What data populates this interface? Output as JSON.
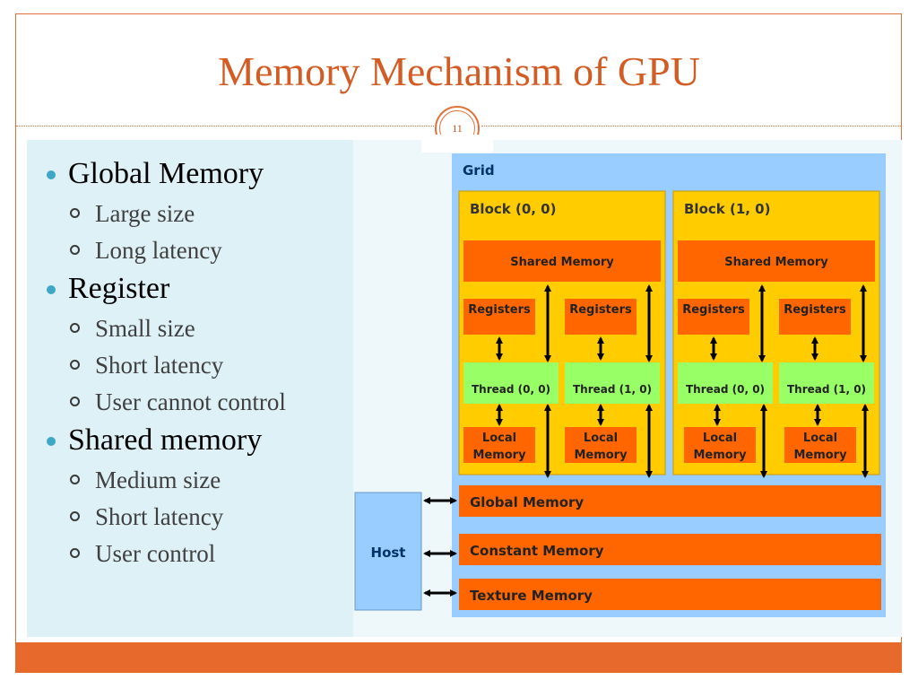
{
  "slide": {
    "title": "Memory Mechanism of GPU",
    "page_number": "11"
  },
  "bullets": [
    {
      "label": "Global Memory",
      "items": [
        "Large size",
        "Long latency"
      ]
    },
    {
      "label": "Register",
      "items": [
        "Small size",
        "Short latency",
        "User cannot control"
      ]
    },
    {
      "label": "Shared memory",
      "items": [
        "Medium size",
        "Short latency",
        "User control"
      ]
    }
  ],
  "diagram": {
    "grid_label": "Grid",
    "host_label": "Host",
    "blocks": [
      {
        "label": "Block (0, 0)",
        "shared": "Shared Memory",
        "threads": [
          {
            "registers": "Registers",
            "thread": "Thread (0, 0)",
            "local": [
              "Local",
              "Memory"
            ]
          },
          {
            "registers": "Registers",
            "thread": "Thread (1, 0)",
            "local": [
              "Local",
              "Memory"
            ]
          }
        ]
      },
      {
        "label": "Block (1, 0)",
        "shared": "Shared Memory",
        "threads": [
          {
            "registers": "Registers",
            "thread": "Thread (0, 0)",
            "local": [
              "Local",
              "Memory"
            ]
          },
          {
            "registers": "Registers",
            "thread": "Thread (1, 0)",
            "local": [
              "Local",
              "Memory"
            ]
          }
        ]
      }
    ],
    "memories": [
      "Global Memory",
      "Constant Memory",
      "Texture Memory"
    ],
    "colors": {
      "grid": "#99ccff",
      "block": "#ffcc00",
      "memory": "#ff6600",
      "thread": "#99ff66",
      "host": "#99ccff"
    }
  }
}
